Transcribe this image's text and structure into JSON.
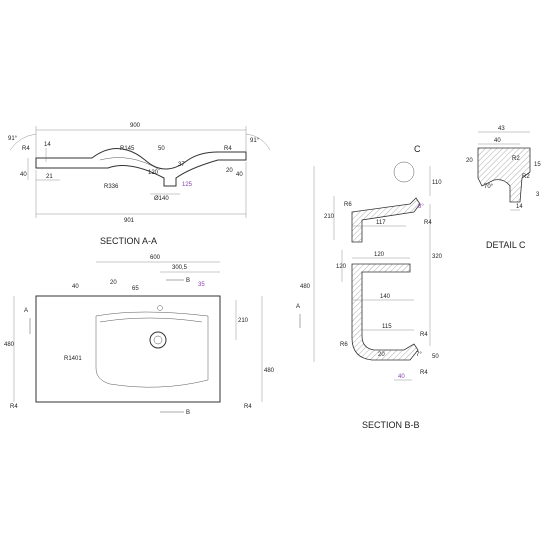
{
  "sections": {
    "aa": {
      "title": "SECTION A-A"
    },
    "bb": {
      "title": "SECTION B-B"
    },
    "detail_c": {
      "title": "DETAIL C"
    }
  },
  "markers": {
    "a": "A",
    "b": "B",
    "c": "C"
  },
  "dims": {
    "aa_top": "900",
    "aa_bottom": "901",
    "aa_angle": "91°",
    "aa_r4": "R4",
    "aa_14": "14",
    "aa_40": "40",
    "aa_21": "21",
    "aa_r145": "R145",
    "aa_50": "50",
    "aa_37": "37",
    "aa_120": "120",
    "aa_r336": "R336",
    "aa_125": "125",
    "aa_140": "Ø140",
    "aa_20": "20",
    "top_600": "600",
    "top_300": "300,5",
    "top_20": "20",
    "top_65": "65",
    "top_40": "40",
    "top_35": "35",
    "top_480": "480",
    "top_210": "210",
    "top_r1401": "R1401",
    "top_r4": "R4",
    "bb_110": "110",
    "bb_210": "210",
    "bb_320": "320",
    "bb_480": "480",
    "bb_117": "117",
    "bb_120": "120",
    "bb_140": "140",
    "bb_115": "115",
    "bb_r6": "R6",
    "bb_r4": "R4",
    "bb_20": "20",
    "bb_40": "40",
    "bb_50": "50",
    "bb_7": "7°",
    "bb_8": "8°",
    "dc_43": "43",
    "dc_40": "40",
    "dc_20": "20",
    "dc_r2": "R2",
    "dc_15": "15",
    "dc_70": "70°",
    "dc_3": "3",
    "dc_14": "14"
  }
}
